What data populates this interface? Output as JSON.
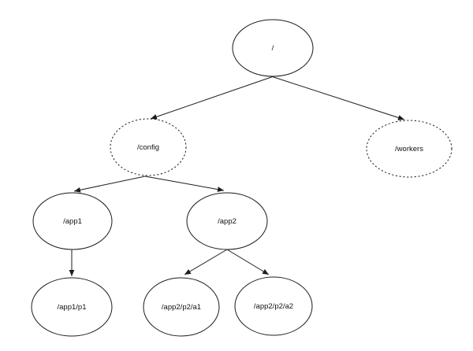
{
  "diagram": {
    "type": "tree",
    "description": "Hierarchical path tree with a solid root node, two dashed second-level nodes, and solid leaf nodes connected by arrows",
    "colors": {
      "stroke": "#1c1c1c",
      "text": "#111111",
      "background": "#ffffff"
    },
    "nodes": [
      {
        "id": "root",
        "label": "/",
        "border": "solid"
      },
      {
        "id": "config",
        "label": "/config",
        "border": "dashed"
      },
      {
        "id": "workers",
        "label": "/workers",
        "border": "dashed"
      },
      {
        "id": "app1",
        "label": "/app1",
        "border": "solid"
      },
      {
        "id": "app2",
        "label": "/app2",
        "border": "solid"
      },
      {
        "id": "app1-p1",
        "label": "/app1/p1",
        "border": "solid"
      },
      {
        "id": "app2-p2-a1",
        "label": "/app2/p2/a1",
        "border": "solid"
      },
      {
        "id": "app2-p2-a2",
        "label": "/app2/p2/a2",
        "border": "solid"
      }
    ],
    "edges": [
      {
        "from": "/",
        "to": "/config"
      },
      {
        "from": "/",
        "to": "/workers"
      },
      {
        "from": "/config",
        "to": "/app1"
      },
      {
        "from": "/config",
        "to": "/app2"
      },
      {
        "from": "/app1",
        "to": "/app1/p1"
      },
      {
        "from": "/app2",
        "to": "/app2/p2/a1"
      },
      {
        "from": "/app2",
        "to": "/app2/p2/a2"
      }
    ]
  }
}
